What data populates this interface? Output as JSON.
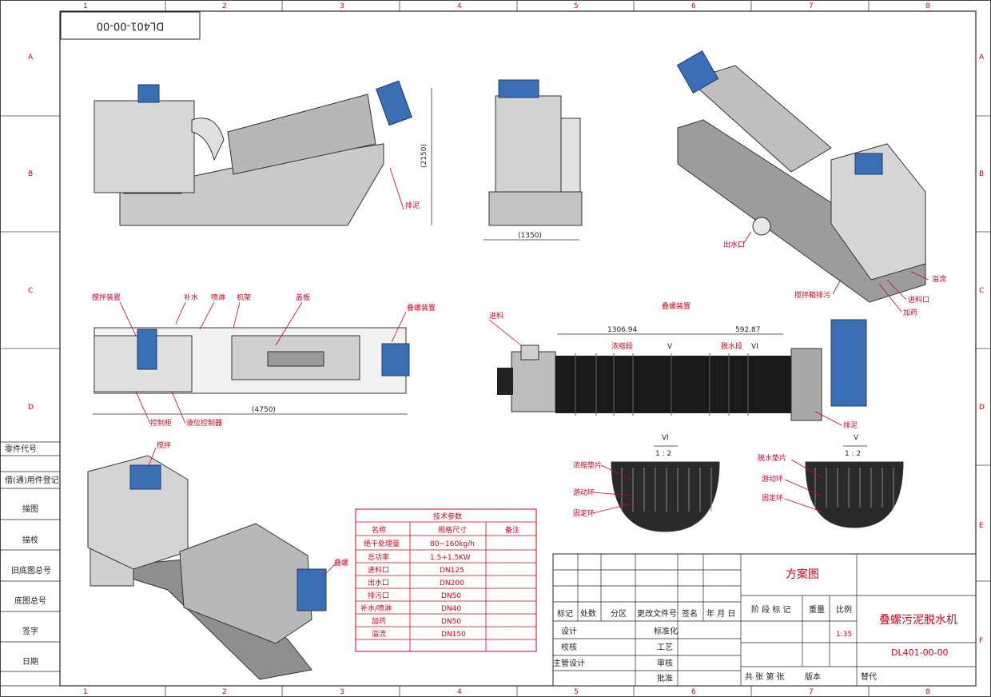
{
  "drawing_number_box": "DL401-00-00",
  "zones": {
    "columns": [
      "1",
      "2",
      "3",
      "4",
      "5",
      "6",
      "7",
      "8"
    ],
    "rows": [
      "A",
      "B",
      "C",
      "D",
      "E",
      "F"
    ]
  },
  "side_labels": [
    "零件代号",
    "借(通)用件登记",
    "描图",
    "描校",
    "旧底图总号",
    "底图总号",
    "签字",
    "日期"
  ],
  "dims": {
    "height": "(2150)",
    "width_side": "(1350)",
    "length": "(4750)",
    "thick_len": "1306.94",
    "dewater_len": "592.87"
  },
  "callouts": {
    "paini_front": "排泥",
    "jiaobanzhuangzhi": "搅拌装置",
    "bushui": "补水",
    "penlin": "喷淋",
    "jijia": "机架",
    "gaiban": "盖板",
    "dieluo_top": "叠螺装置",
    "kongzhigui": "控制柜",
    "yeweikongzhiqi": "液位控制器",
    "chushuikou": "出水口",
    "jiaobanxiang": "搅拌箱排污",
    "yiliu": "溢流",
    "jinwukou": "进料口",
    "jiayao": "加药",
    "dieluo_title": "叠螺装置",
    "jinliao": "进料",
    "nongsuoduan": "浓缩段",
    "tuoshuiduan": "脱水段",
    "paini_screw": "排泥",
    "jiaoban_iso": "搅拌",
    "dieluo_iso": "叠螺",
    "detail_left_mark": "VI",
    "detail_left_scale": "1 : 2",
    "detail_right_mark": "V",
    "detail_right_scale": "1 : 2",
    "marker_v": "V",
    "marker_vi": "VI",
    "nongsuo_dianpian": "浓缩垫片",
    "youdonghuan_l": "游动环",
    "gudinghuan_l": "固定环",
    "tuoshui_dianpian": "脱水垫片",
    "youdonghuan_r": "游动环",
    "gudinghuan_r": "固定环"
  },
  "spec_table": {
    "title": "技术参数",
    "headers": [
      "名称",
      "规格尺寸",
      "备注"
    ],
    "rows": [
      [
        "绝干处理量",
        "80~160kg/h",
        ""
      ],
      [
        "总功率",
        "1.5+1.5KW",
        ""
      ],
      [
        "进料口",
        "DN125",
        ""
      ],
      [
        "出水口",
        "DN200",
        ""
      ],
      [
        "排污口",
        "DN50",
        ""
      ],
      [
        "补水/喷淋",
        "DN40",
        ""
      ],
      [
        "加药",
        "DN50",
        ""
      ],
      [
        "溢流",
        "DN150",
        ""
      ]
    ]
  },
  "title_block": {
    "scheme": "方案图",
    "name": "叠螺污泥脱水机",
    "code": "DL401-00-00",
    "row_headers": [
      "标记",
      "处数",
      "分区",
      "更改文件号",
      "签名",
      "年 月 日"
    ],
    "left_labels": [
      "设计",
      "校核",
      "主管设计"
    ],
    "mid_labels": [
      "标准化",
      "工艺",
      "审核",
      "批准"
    ],
    "stage_mark": "阶 段 标 记",
    "weight": "重量",
    "scale_label": "比例",
    "scale_value": "1:35",
    "sheet_info": "共  张  第  张",
    "version": "版本",
    "replace": "替代"
  }
}
